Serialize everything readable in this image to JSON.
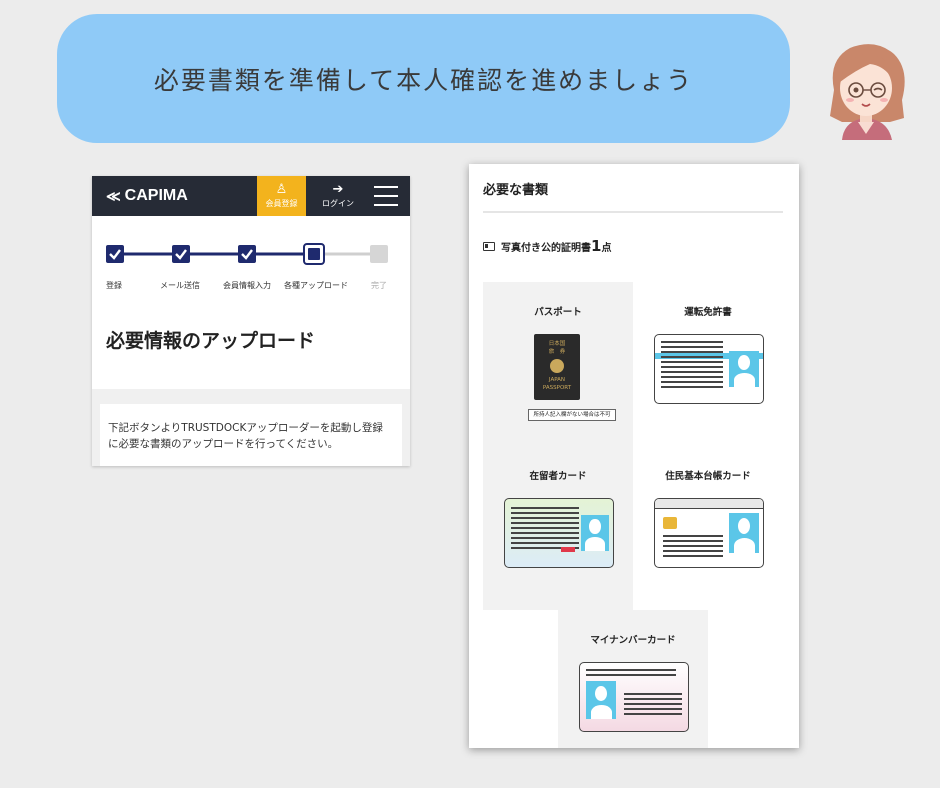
{
  "banner": {
    "text": "必要書類を準備して本人確認を進めましょう"
  },
  "header": {
    "logo": "CAPIMA",
    "register_label": "会員登録",
    "login_label": "ログイン"
  },
  "progress": {
    "steps": [
      "登録",
      "メール送信",
      "会員情報入力",
      "各種アップロード",
      "完了"
    ],
    "completed": 3,
    "current": 4
  },
  "upload": {
    "title": "必要情報のアップロード",
    "instruction_line1": "下記ボタンよりTRUSTDOCKアップローダーを起動し登録",
    "instruction_line2": "に必要な書類のアップロードを行ってください。"
  },
  "required_docs": {
    "title": "必要な書類",
    "subtitle_prefix": "写真付き公的証明書",
    "subtitle_count": "1",
    "subtitle_suffix": "点",
    "documents": [
      {
        "label": "パスポート",
        "note": "所持人記入欄がない場合は不可"
      },
      {
        "label": "運転免許書"
      },
      {
        "label": "在留者カード"
      },
      {
        "label": "住民基本台帳カード"
      },
      {
        "label": "マイナンバーカード"
      }
    ],
    "passport_text": {
      "line1": "日本国",
      "line2": "旅　券",
      "line3": "JAPAN",
      "line4": "PASSPORT"
    }
  },
  "colors": {
    "banner": "#8fcaf7",
    "header": "#262b36",
    "accent": "#f3b31d",
    "step": "#1f2a6e",
    "photo": "#5bc6e8"
  }
}
